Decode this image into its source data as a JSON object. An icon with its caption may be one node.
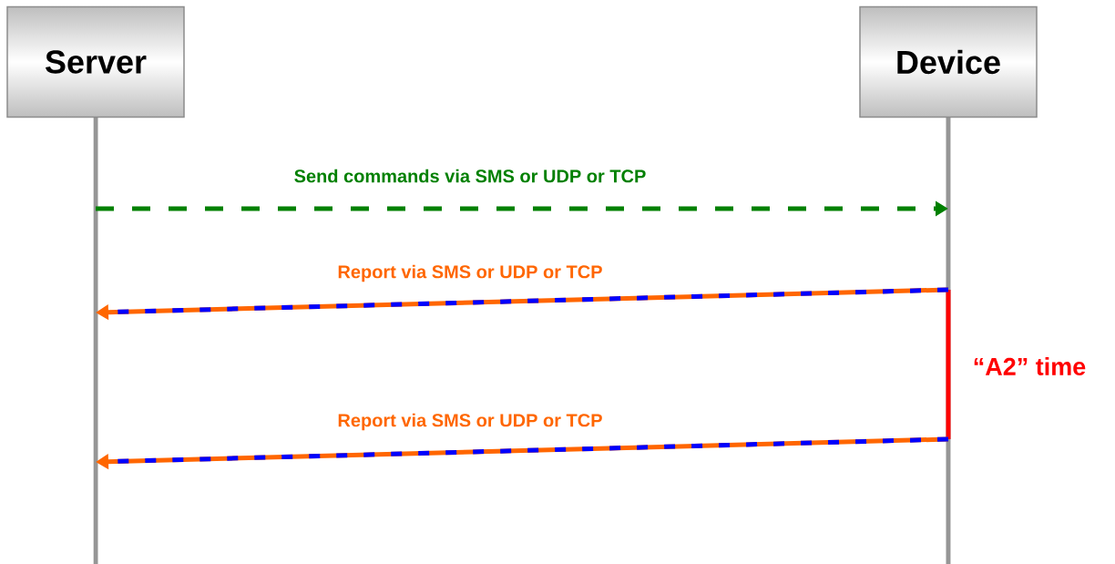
{
  "diagram": {
    "nodes": [
      {
        "text": [
          "Server"
        ]
      },
      {
        "text": [
          "Device"
        ]
      }
    ],
    "edges": [
      {
        "from": 0,
        "to": 1,
        "arrow": "to",
        "label": "Send commands via SMS or UDP or TCP",
        "style": "dashed",
        "color": "#008000"
      },
      {
        "from": 1,
        "to": 0,
        "arrow": "to",
        "label": "Report via SMS or UDP or TCP",
        "color": "#ff6600"
      },
      {
        "from": 1,
        "to": 0,
        "arrow": "to",
        "label": "Report via SMS or UDP or TCP",
        "color": "#ff6600"
      }
    ],
    "labels": [
      "“A2” time"
    ]
  }
}
